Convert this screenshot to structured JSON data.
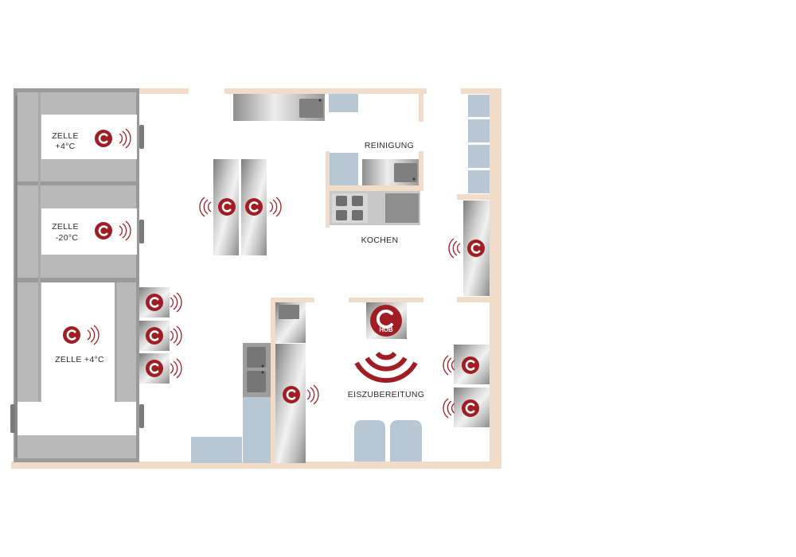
{
  "labels": {
    "zelle1_line1": "ZELLE",
    "zelle1_line2": "+4°C",
    "zelle2_line1": "ZELLE",
    "zelle2_line2": "-20°C",
    "zelle3": "ZELLE +4°C",
    "reinigung": "REINIGUNG",
    "kochen": "KOCHEN",
    "eiszubereitung": "EISZUBEREITUNG",
    "hub": "HUB"
  },
  "sensor_letter": "C",
  "colors": {
    "wall": "#f0dcc8",
    "cold_room_wall": "#8e8e8e",
    "cold_room_fill": "#b7b7b7",
    "light_blue": "#b7c7d3",
    "steel_light": "#e0e0e0",
    "steel_dark": "#8f8f8f",
    "sensor_red": "#a11d24"
  },
  "icons": {
    "sensor": "sensor-c-icon",
    "wave": "wireless-wave-icon",
    "hub": "hub-icon"
  }
}
